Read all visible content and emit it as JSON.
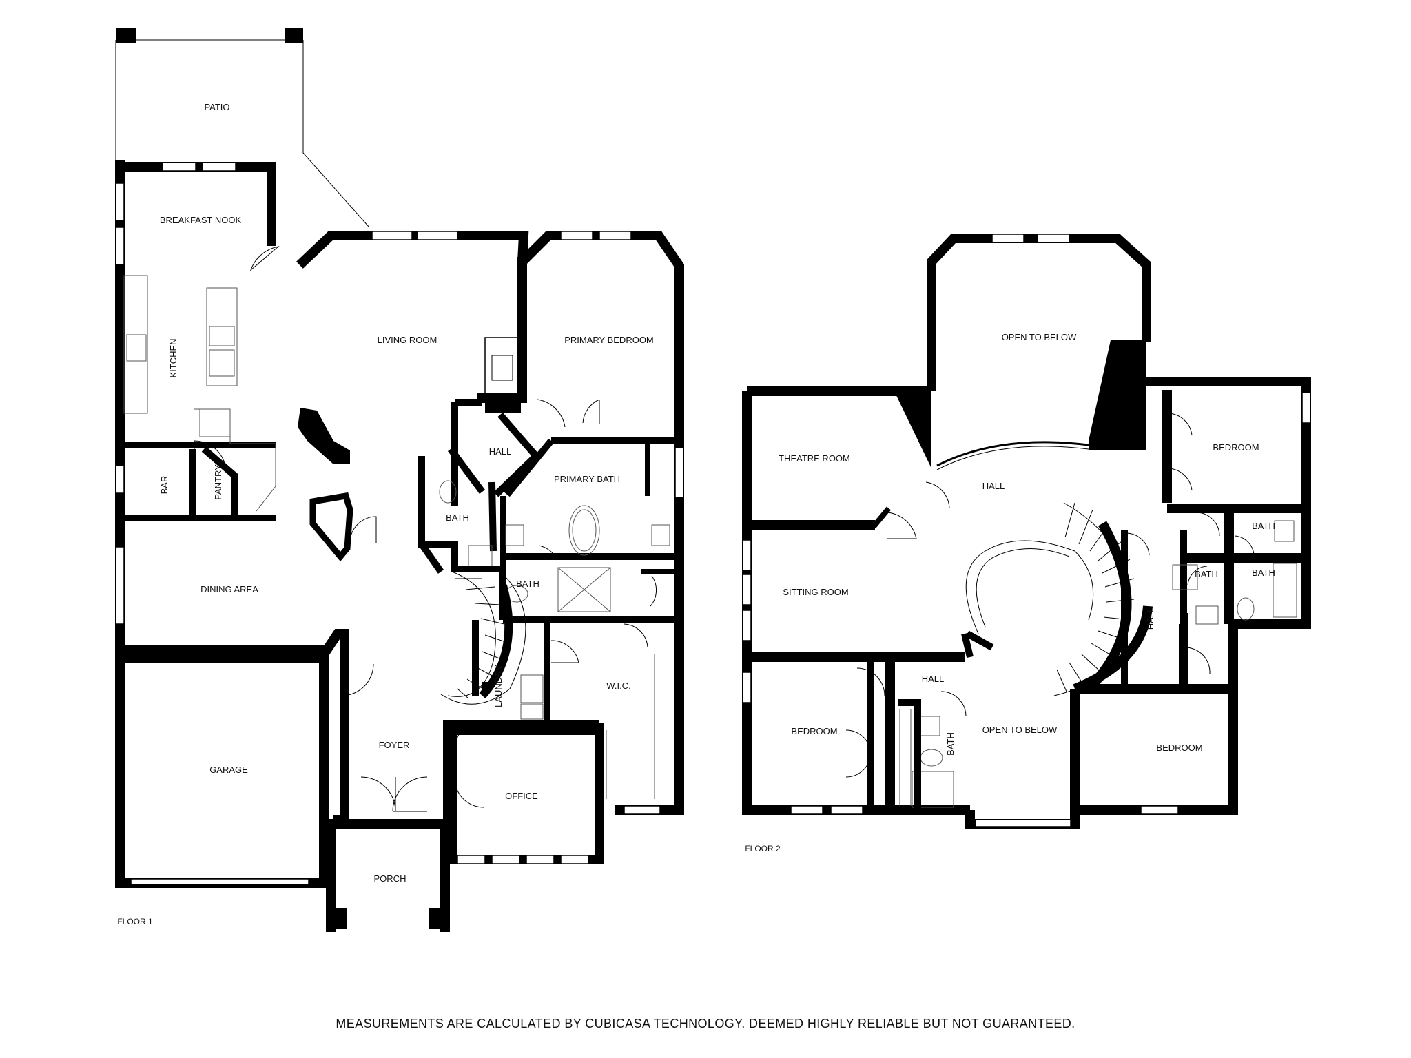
{
  "colors": {
    "wall": "#000000",
    "fixture": "#555555",
    "background": "#ffffff",
    "text": "#111111"
  },
  "floor1": {
    "caption": "FLOOR 1",
    "rooms": {
      "patio": "PATIO",
      "breakfast_nook": "BREAKFAST NOOK",
      "kitchen": "KITCHEN",
      "living_room": "LIVING ROOM",
      "primary_bedroom": "PRIMARY BEDROOM",
      "hall": "HALL",
      "primary_bath": "PRIMARY BATH",
      "bath_a": "BATH",
      "bath_b": "BATH",
      "bar": "BAR",
      "pantry": "PANTRY",
      "dining_area": "DINING AREA",
      "laundry": "LAUNDRY",
      "wic": "W.I.C.",
      "garage": "GARAGE",
      "foyer": "FOYER",
      "office": "OFFICE",
      "porch": "PORCH"
    }
  },
  "floor2": {
    "caption": "FLOOR 2",
    "rooms": {
      "open_to_below_top": "OPEN TO BELOW",
      "theatre_room": "THEATRE ROOM",
      "hall_main": "HALL",
      "bedroom_ne": "BEDROOM",
      "bath_a": "BATH",
      "bath_b": "BATH",
      "bath_c": "BATH",
      "sitting_room": "SITTING ROOM",
      "hall_east": "HALL",
      "hall_small": "HALL",
      "bedroom_sw": "BEDROOM",
      "bath_d": "BATH",
      "open_to_below_bottom": "OPEN TO BELOW",
      "bedroom_se": "BEDROOM"
    }
  },
  "disclaimer": "MEASUREMENTS ARE CALCULATED BY CUBICASA TECHNOLOGY. DEEMED HIGHLY RELIABLE BUT NOT GUARANTEED."
}
